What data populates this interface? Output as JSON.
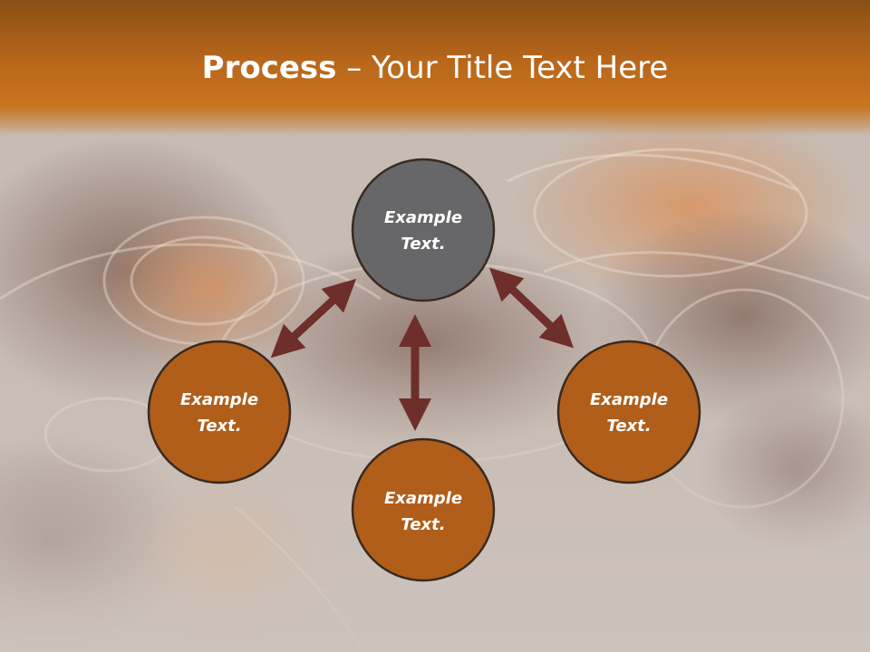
{
  "title": {
    "bold_part": "Process",
    "separator": " – ",
    "rest": "Your Title Text Here"
  },
  "nodes": [
    {
      "id": "top",
      "line1": "Example",
      "line2": "Text.",
      "fill": "#67676a"
    },
    {
      "id": "left",
      "line1": "Example",
      "line2": "Text.",
      "fill": "#b05e1a"
    },
    {
      "id": "right",
      "line1": "Example",
      "line2": "Text.",
      "fill": "#b05e1a"
    },
    {
      "id": "bottom",
      "line1": "Example",
      "line2": "Text.",
      "fill": "#b05e1a"
    }
  ],
  "colors": {
    "header": "#b8661a",
    "node_outline": "#3a2a20",
    "arrow": "#6e2e2a",
    "text": "#ffffff"
  }
}
